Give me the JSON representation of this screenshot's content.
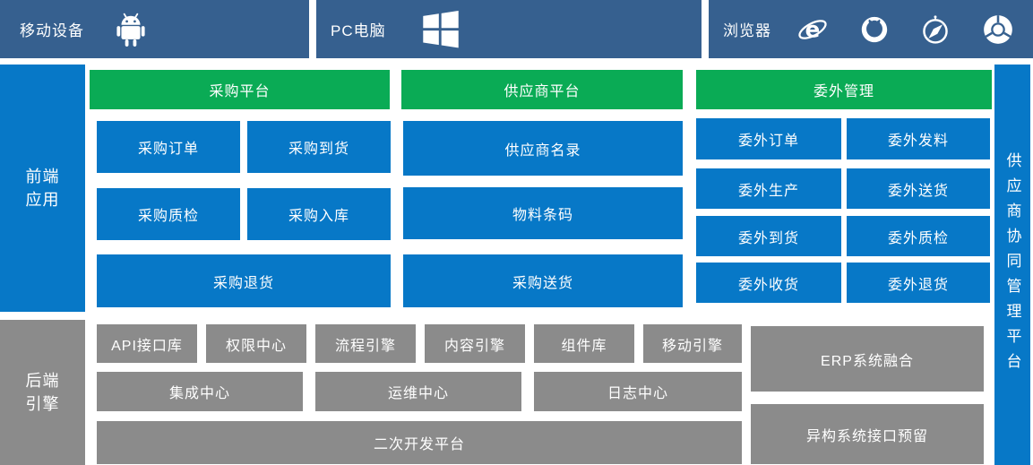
{
  "topbar": {
    "sections": [
      {
        "label": "移动设备",
        "icons": [
          "android-icon"
        ]
      },
      {
        "label": "PC电脑",
        "icons": [
          "windows-icon"
        ]
      },
      {
        "label": "浏览器",
        "icons": [
          "ie-icon",
          "firefox-icon",
          "safari-icon",
          "chrome-icon"
        ]
      }
    ]
  },
  "side_labels": {
    "frontend": "前端\n应用",
    "backend": "后端\n引擎"
  },
  "right_bar": {
    "label": "供应商协同管理平台"
  },
  "frontend": {
    "groups": [
      {
        "header": "采购平台",
        "buttons": [
          "采购订单",
          "采购到货",
          "采购质检",
          "采购入库",
          "采购退货"
        ]
      },
      {
        "header": "供应商平台",
        "buttons": [
          "供应商名录",
          "物料条码",
          "采购送货"
        ]
      },
      {
        "header": "委外管理",
        "buttons": [
          "委外订单",
          "委外发料",
          "委外生产",
          "委外送货",
          "委外到货",
          "委外质检",
          "委外收货",
          "委外退货"
        ]
      }
    ]
  },
  "backend": {
    "row1": [
      "API接口库",
      "权限中心",
      "流程引擎",
      "内容引擎",
      "组件库",
      "移动引擎"
    ],
    "row2": [
      "集成中心",
      "运维中心",
      "日志中心"
    ],
    "row3": [
      "二次开发平台"
    ],
    "right_col": [
      "ERP系统融合",
      "异构系统接口预留"
    ]
  },
  "colors": {
    "topbar_blue": "#36608F",
    "module_blue": "#0778C7",
    "header_green": "#0AAB55",
    "backend_gray": "#8B8B8B",
    "text": "#FFFFFF"
  }
}
